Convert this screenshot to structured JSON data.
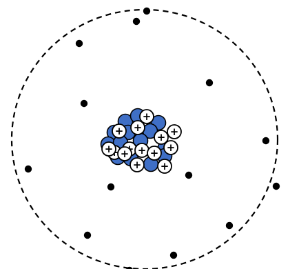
{
  "diagram": {
    "type": "atom-model",
    "electron_count": 14,
    "nucleus": {
      "neutron_count": 14,
      "proton_count": 14,
      "proton_symbol": "+"
    },
    "colors": {
      "neutron": "#3f6fc6",
      "proton_fill": "#ffffff",
      "outline": "#000000",
      "electron": "#000000"
    }
  }
}
